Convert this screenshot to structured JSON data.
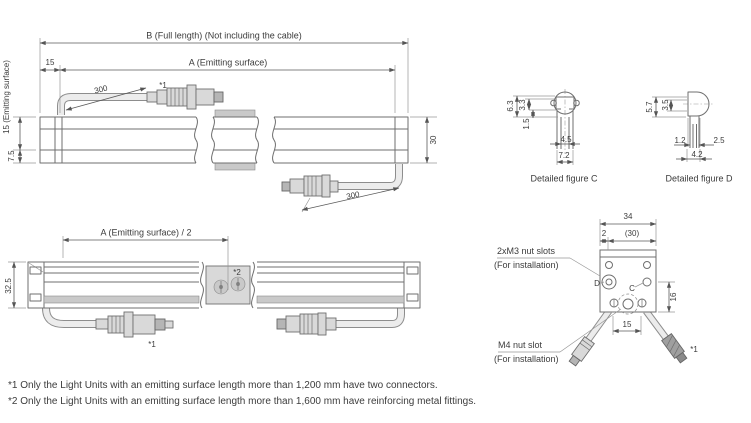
{
  "drawing": {
    "side_view_full_length": {
      "full_length_label": "B (Full length) (Not including the cable)",
      "emitting_surface_label": "A (Emitting surface)",
      "end_offset": "15",
      "emitting_height_label": "15 (Emitting surface)",
      "lower_height": "7.5",
      "total_height": "30",
      "cable_length_front": "300",
      "cable_length_rear": "300",
      "connector_note_ref": "*1"
    },
    "side_view_half": {
      "half_emitting_label": "A (Emitting surface) / 2",
      "height": "32.5",
      "fitting_note_ref": "*2",
      "connector_note_ref": "*1"
    },
    "detail_c": {
      "caption": "Detailed figure C",
      "depth_total": "6.3",
      "depth_inner": "3.3",
      "neck_depth": "1.5",
      "slot_width": "4.5",
      "outer_width": "7.2"
    },
    "detail_d": {
      "caption": "Detailed figure D",
      "depth_total": "5.7",
      "depth_inner": "3.5",
      "left_offset": "1.2",
      "right_offset": "2.5",
      "width": "4.2"
    },
    "end_view": {
      "width_total": "34",
      "edge_offset": "2",
      "width_inner": "(30)",
      "side_height": "16",
      "slot_spacing": "15",
      "m3_label": "2xM3 nut slots",
      "m3_sub": "(For installation)",
      "m4_label": "M4 nut slot",
      "m4_sub": "(For installation)",
      "detail_c_ref": "C",
      "detail_d_ref": "D",
      "connector_note_ref": "*1"
    },
    "footnotes": [
      "*1 Only the Light Units with an emitting surface length more than 1,200 mm have two connectors.",
      "*2 Only the Light Units with an emitting surface length more than 1,600 mm have reinforcing metal fittings."
    ],
    "colors": {
      "line": "#6f6f6f",
      "dimension": "#5a5a5a",
      "fill_light": "#d9d9d9",
      "fill_dark": "#b5b5b5",
      "background": "#ffffff"
    }
  }
}
